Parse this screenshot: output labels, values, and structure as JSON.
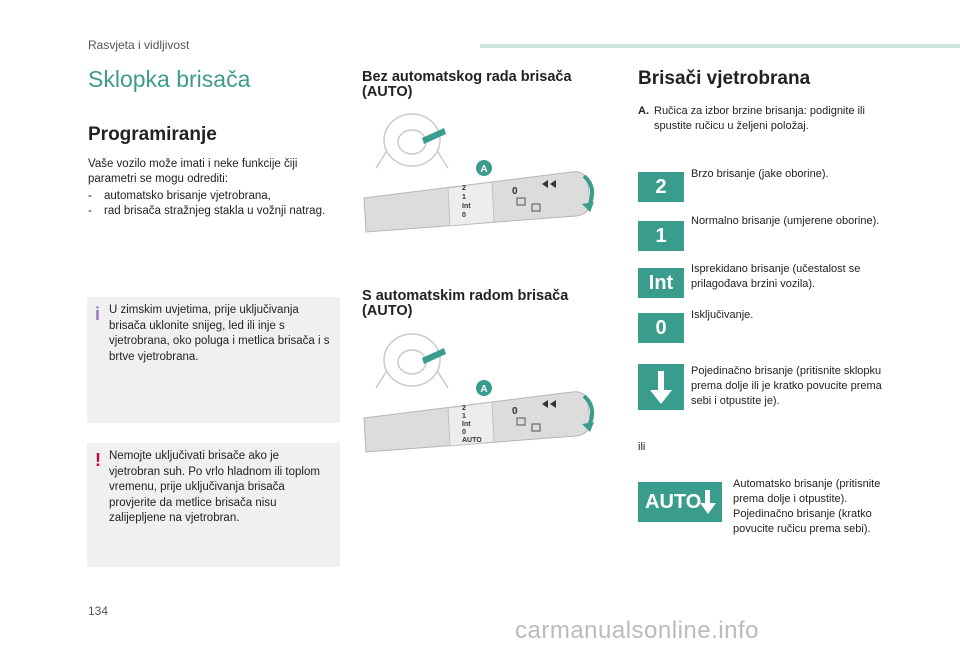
{
  "header": {
    "title": "Rasvjeta i vidljivost"
  },
  "page_number": "134",
  "watermark": "carmanualsonline.info",
  "left_column": {
    "section_title": "Sklopka brisača",
    "heading": "Programiranje",
    "intro": "Vaše vozilo može imati i neke funkcije čiji parametri se mogu odrediti:",
    "list": [
      "automatsko brisanje vjetrobrana,",
      "rad brisača stražnjeg stakla u vožnji natrag."
    ],
    "info_note": "U zimskim uvjetima, prije uključivanja brisača uklonite snijeg, led ili inje s vjetrobrana, oko poluga i metlica brisača i s brtve vjetrobrana.",
    "warning_note": "Nemojte uključivati brisače ako je vjetrobran suh. Po vrlo hladnom ili toplom vremenu, prije uključivanja brisača provjerite da metlice brisača nisu zalijepljene na vjetrobran."
  },
  "middle_column": {
    "heading_manual": "Bez automatskog rada brisača (AUTO)",
    "heading_auto": "S automatskim radom brisača (AUTO)",
    "figure_labels": {
      "a": "A",
      "zero": "0",
      "s2": "2",
      "s1": "1",
      "sint": "Int",
      "s0": "0",
      "sauto": "AUTO"
    }
  },
  "right_column": {
    "title": "Brisači vjetrobrana",
    "item_a_label": "A.",
    "item_a_text": "Ručica za izbor brzine brisanja: podignite ili spustite ručicu u željeni položaj.",
    "positions": [
      {
        "tile": "2",
        "text": "Brzo brisanje (jake oborine)."
      },
      {
        "tile": "1",
        "text": "Normalno brisanje (umjerene oborine)."
      },
      {
        "tile": "Int",
        "text": "Isprekidano brisanje (učestalost se prilagođava brzini vozila)."
      },
      {
        "tile": "0",
        "text": "Isključivanje."
      },
      {
        "tile": "arrow-down",
        "text": "Pojedinačno brisanje (pritisnite sklopku prema dolje ili je kratko povucite prema sebi i otpustite je)."
      }
    ],
    "or_text": "ili",
    "auto_tile": "AUTO",
    "auto_text_1": "Automatsko brisanje (pritisnite prema dolje i otpustite).",
    "auto_text_2": "Pojedinačno brisanje (kratko povucite ručicu prema sebi)."
  },
  "colors": {
    "accent": "#3a9c8c",
    "section_title": "#3d9c8c",
    "note_bg": "#f0f0f0",
    "info_mark": "#9b73c9",
    "warning_mark": "#d4002a"
  }
}
